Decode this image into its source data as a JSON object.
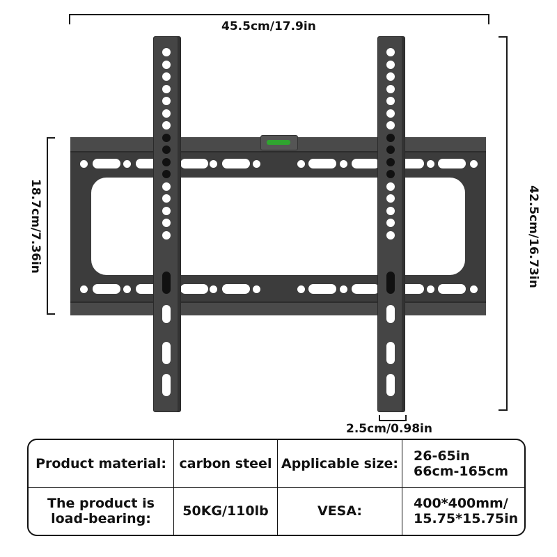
{
  "dimensions": {
    "width_label": "45.5cm/17.9in",
    "frame_height_label": "18.7cm/7.36in",
    "total_height_label": "42.5cm/16.73in",
    "upright_width_label": "2.5cm/0.98in"
  },
  "product_image": {
    "description": "Black flat TV wall mount bracket with two vertical arms, horizontal frame and bubble level",
    "colors": {
      "frame": "#3c3c3c",
      "level_bubble": "#2fa52f"
    }
  },
  "spec_table": {
    "rows": [
      {
        "label1": "Product material:",
        "value1": "carbon steel",
        "label2": "Applicable size:",
        "value2_line1": "26-65in",
        "value2_line2": "66cm-165cm"
      },
      {
        "label1_line1": "The product is",
        "label1_line2": "load-bearing:",
        "value1": "50KG/110lb",
        "label2": "VESA:",
        "value2_line1": "400*400mm/",
        "value2_line2": "15.75*15.75in"
      }
    ]
  }
}
